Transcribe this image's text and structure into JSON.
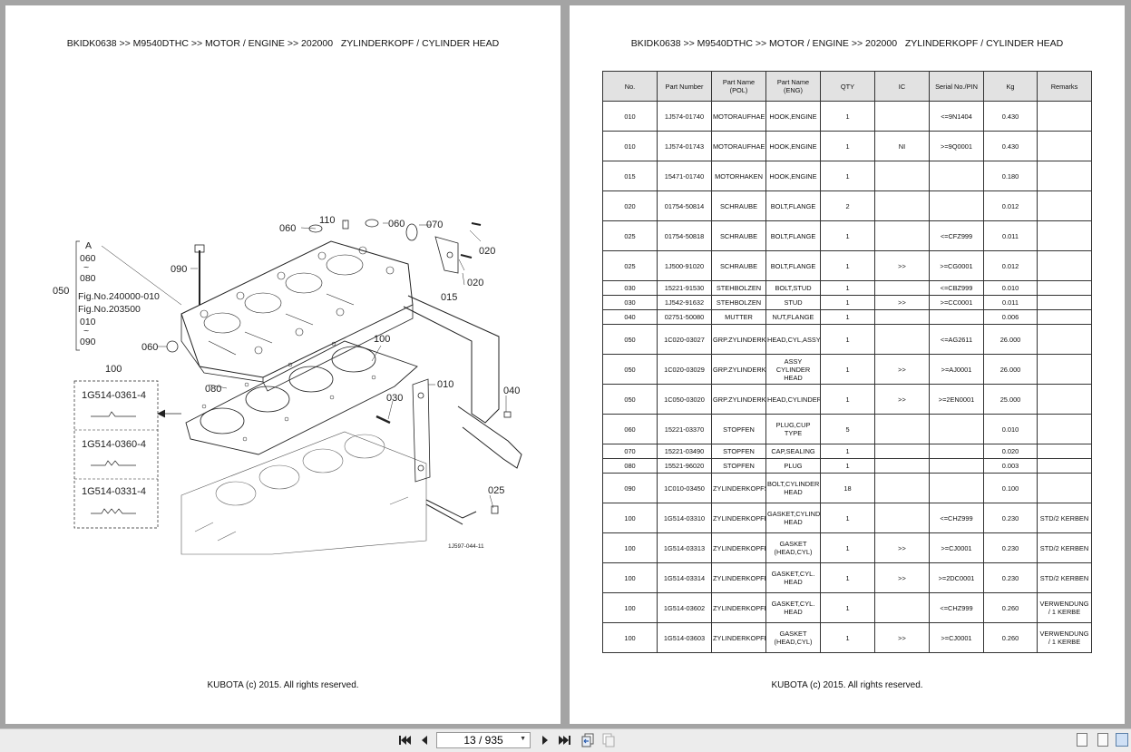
{
  "left_page": {
    "header": "BKIDK0638 >> M9540DTHC >> MOTOR / ENGINE >> 202000   ZYLINDERKOPF / CYLINDER HEAD",
    "footer": "KUBOTA (c) 2015. All rights reserved.",
    "diagram": {
      "drawing_number": "1J597-044-11",
      "callouts": {
        "c110": "110",
        "c060a": "060",
        "c060b": "060",
        "c070": "070",
        "c020a": "020",
        "c020b": "020",
        "c015": "015",
        "c090": "090",
        "c050": "050",
        "c060c": "060",
        "c080": "080",
        "c100a": "100",
        "c100b": "100",
        "c010": "010",
        "c030": "030",
        "c040": "040",
        "c025": "025"
      },
      "bracket_labels": [
        "A",
        "060",
        "~",
        "080",
        "Fig.No.240000-010",
        "Fig.No.203500",
        "010",
        "~",
        "090"
      ],
      "gasket_variants": [
        "1G514-0361-4",
        "1G514-0360-4",
        "1G514-0331-4"
      ]
    }
  },
  "right_page": {
    "header": "BKIDK0638 >> M9540DTHC >> MOTOR / ENGINE >> 202000   ZYLINDERKOPF / CYLINDER HEAD",
    "footer": "KUBOTA (c) 2015. All rights reserved.",
    "table": {
      "columns": [
        "No.",
        "Part Number",
        "Part Name (POL)",
        "Part Name (ENG)",
        "QTY",
        "IC",
        "Serial No./PIN",
        "Kg",
        "Remarks"
      ],
      "rows": [
        {
          "no": "010",
          "part_number": "1J574-01740",
          "name_pol": "MOTORAUFHAENGUNG",
          "name_eng": "HOOK,ENGINE",
          "qty": "1",
          "ic": "",
          "serial": "<=9N1404",
          "kg": "0.430",
          "remarks": ""
        },
        {
          "no": "010",
          "part_number": "1J574-01743",
          "name_pol": "MOTORAUFHAENGUNG",
          "name_eng": "HOOK,ENGINE",
          "qty": "1",
          "ic": "NI",
          "serial": ">=9Q0001",
          "kg": "0.430",
          "remarks": ""
        },
        {
          "no": "015",
          "part_number": "15471-01740",
          "name_pol": "MOTORHAKEN",
          "name_eng": "HOOK,ENGINE",
          "qty": "1",
          "ic": "",
          "serial": "",
          "kg": "0.180",
          "remarks": ""
        },
        {
          "no": "020",
          "part_number": "01754-50814",
          "name_pol": "SCHRAUBE",
          "name_eng": "BOLT,FLANGE",
          "qty": "2",
          "ic": "",
          "serial": "",
          "kg": "0.012",
          "remarks": ""
        },
        {
          "no": "025",
          "part_number": "01754-50818",
          "name_pol": "SCHRAUBE",
          "name_eng": "BOLT,FLANGE",
          "qty": "1",
          "ic": "",
          "serial": "<=CFZ999",
          "kg": "0.011",
          "remarks": ""
        },
        {
          "no": "025",
          "part_number": "1J500-91020",
          "name_pol": "SCHRAUBE",
          "name_eng": "BOLT,FLANGE",
          "qty": "1",
          "ic": ">>",
          "serial": ">=CG0001",
          "kg": "0.012",
          "remarks": ""
        },
        {
          "no": "030",
          "part_number": "15221-91530",
          "name_pol": "STEHBOLZEN",
          "name_eng": "BOLT,STUD",
          "qty": "1",
          "ic": "",
          "serial": "<=CBZ999",
          "kg": "0.010",
          "remarks": ""
        },
        {
          "no": "030",
          "part_number": "1J542-91632",
          "name_pol": "STEHBOLZEN",
          "name_eng": "STUD",
          "qty": "1",
          "ic": ">>",
          "serial": ">=CC0001",
          "kg": "0.011",
          "remarks": ""
        },
        {
          "no": "040",
          "part_number": "02751-50080",
          "name_pol": "MUTTER",
          "name_eng": "NUT,FLANGE",
          "qty": "1",
          "ic": "",
          "serial": "",
          "kg": "0.006",
          "remarks": ""
        },
        {
          "no": "050",
          "part_number": "1C020-03027",
          "name_pol": "GRP.ZYLINDERKOPF",
          "name_eng": "HEAD,CYL,ASSY",
          "qty": "1",
          "ic": "",
          "serial": "<=AG2611",
          "kg": "26.000",
          "remarks": ""
        },
        {
          "no": "050",
          "part_number": "1C020-03029",
          "name_pol": "GRP.ZYLINDERKOPF",
          "name_eng": "ASSY CYLINDER HEAD",
          "qty": "1",
          "ic": ">>",
          "serial": ">=AJ0001",
          "kg": "26.000",
          "remarks": ""
        },
        {
          "no": "050",
          "part_number": "1C050-03020",
          "name_pol": "GRP.ZYLINDERKOPF",
          "name_eng": "HEAD,CYLINDER,ASSY",
          "qty": "1",
          "ic": ">>",
          "serial": ">=2EN0001",
          "kg": "25.000",
          "remarks": ""
        },
        {
          "no": "060",
          "part_number": "15221-03370",
          "name_pol": "STOPFEN",
          "name_eng": "PLUG,CUP TYPE",
          "qty": "5",
          "ic": "",
          "serial": "",
          "kg": "0.010",
          "remarks": ""
        },
        {
          "no": "070",
          "part_number": "15221-03490",
          "name_pol": "STOPFEN",
          "name_eng": "CAP,SEALING",
          "qty": "1",
          "ic": "",
          "serial": "",
          "kg": "0.020",
          "remarks": ""
        },
        {
          "no": "080",
          "part_number": "15521-96020",
          "name_pol": "STOPFEN",
          "name_eng": "PLUG",
          "qty": "1",
          "ic": "",
          "serial": "",
          "kg": "0.003",
          "remarks": ""
        },
        {
          "no": "090",
          "part_number": "1C010-03450",
          "name_pol": "ZYLINDERKOPFSCHRAUBE",
          "name_eng": "BOLT,CYLINDER HEAD",
          "qty": "18",
          "ic": "",
          "serial": "",
          "kg": "0.100",
          "remarks": ""
        },
        {
          "no": "100",
          "part_number": "1G514-03310",
          "name_pol": "ZYLINDERKOPFDICHTUNG",
          "name_eng": "GASKET,CYLINDER HEAD",
          "qty": "1",
          "ic": "",
          "serial": "<=CHZ999",
          "kg": "0.230",
          "remarks": "STD/2 KERBEN"
        },
        {
          "no": "100",
          "part_number": "1G514-03313",
          "name_pol": "ZYLINDERKOPFDICHTUNG",
          "name_eng": "GASKET (HEAD,CYL)",
          "qty": "1",
          "ic": ">>",
          "serial": ">=CJ0001",
          "kg": "0.230",
          "remarks": "STD/2 KERBEN"
        },
        {
          "no": "100",
          "part_number": "1G514-03314",
          "name_pol": "ZYLINDERKOPFDICHTUNG",
          "name_eng": "GASKET,CYL. HEAD",
          "qty": "1",
          "ic": ">>",
          "serial": ">=2DC0001",
          "kg": "0.230",
          "remarks": "STD/2 KERBEN"
        },
        {
          "no": "100",
          "part_number": "1G514-03602",
          "name_pol": "ZYLINDERKOPFDICHTUNG",
          "name_eng": "GASKET,CYL. HEAD",
          "qty": "1",
          "ic": "",
          "serial": "<=CHZ999",
          "kg": "0.260",
          "remarks": "VERWENDUNG / 1 KERBE"
        },
        {
          "no": "100",
          "part_number": "1G514-03603",
          "name_pol": "ZYLINDERKOPFDICHTUNG",
          "name_eng": "GASKET (HEAD,CYL)",
          "qty": "1",
          "ic": ">>",
          "serial": ">=CJ0001",
          "kg": "0.260",
          "remarks": "VERWENDUNG / 1 KERBE"
        }
      ]
    }
  },
  "toolbar": {
    "page_indicator": "13 / 935",
    "icons": [
      "first-page-icon",
      "previous-page-icon",
      "next-page-icon",
      "last-page-icon",
      "go-back-icon",
      "go-forward-icon",
      "single-page-view-icon",
      "continuous-view-icon",
      "two-page-view-icon"
    ]
  }
}
